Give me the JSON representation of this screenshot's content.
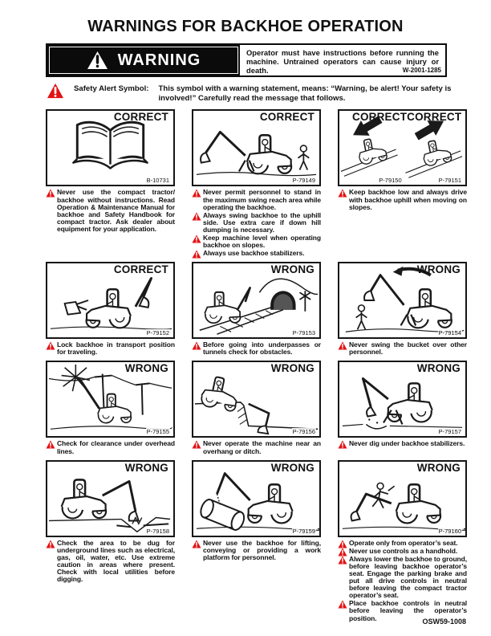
{
  "page": {
    "title": "WARNINGS FOR BACKHOE OPERATION",
    "footer_code": "OSW59-1008"
  },
  "warning_banner": {
    "word": "WARNING",
    "text": "Operator must have instructions before running the machine. Untrained operators can cause injury or death.",
    "code": "W-2001-1285"
  },
  "safety_alert": {
    "label": "Safety Alert Symbol:",
    "text": "This symbol with a warning statement, means: “Warning, be alert! Your safety is involved!” Carefully read the message that follows."
  },
  "colors": {
    "alert_red": "#e31214",
    "ink": "#1a1a1a",
    "banner_black": "#0b0b0b"
  },
  "panels": [
    {
      "labels": [
        "CORRECT"
      ],
      "ids": [
        "B-10731"
      ],
      "illustration": "book",
      "captions": [
        "Never use the compact tractor/ backhoe without instructions. Read Operation & Maintenance Manual for backhoe and Safety Handbook for compact tractor. Ask dealer about equipment for your application."
      ]
    },
    {
      "labels": [
        "CORRECT"
      ],
      "ids": [
        "P-79149"
      ],
      "illustration": "backhoe-person",
      "captions": [
        "Never permit personnel to stand in the maximum swing reach area while operating the backhoe.",
        "Always swing backhoe to the uphill side. Use extra care if down hill dumping is necessary.",
        "Keep machine level when operating backhoe on slopes.",
        "Always use backhoe stabilizers."
      ]
    },
    {
      "labels": [
        "CORRECT",
        "CORRECT"
      ],
      "ids": [
        "P-79150",
        "P-79151"
      ],
      "illustration": "slopes-arrows",
      "captions": [
        "Keep backhoe low and always drive with backhoe uphill when moving on slopes."
      ]
    },
    {
      "labels": [
        "CORRECT"
      ],
      "ids": [
        "P-79152"
      ],
      "illustration": "transport",
      "captions": [
        "Lock backhoe in transport position for traveling."
      ]
    },
    {
      "labels": [
        "WRONG"
      ],
      "ids": [
        "P-79153"
      ],
      "illustration": "tunnel",
      "captions": [
        "Before going into underpasses or tunnels check for obstacles."
      ]
    },
    {
      "labels": [
        "WRONG"
      ],
      "ids": [
        "P-79154"
      ],
      "illustration": "swing-over-person",
      "captions": [
        "Never swing the bucket over other personnel."
      ]
    },
    {
      "labels": [
        "WRONG"
      ],
      "ids": [
        "P-79155"
      ],
      "illustration": "overhead-lines",
      "captions": [
        "Check for clearance under overhead lines."
      ]
    },
    {
      "labels": [
        "WRONG"
      ],
      "ids": [
        "P-79156"
      ],
      "illustration": "overhang",
      "captions": [
        "Never operate the machine near an overhang or ditch."
      ]
    },
    {
      "labels": [
        "WRONG"
      ],
      "ids": [
        "P-79157"
      ],
      "illustration": "dig-under-stabilizers",
      "captions": [
        "Never dig under backhoe stabilizers."
      ]
    },
    {
      "labels": [
        "WRONG"
      ],
      "ids": [
        "P-79158"
      ],
      "illustration": "underground-lines",
      "captions": [
        "Check the area to be dug for underground lines such as electrical, gas, oil, water, etc. Use extreme caution in areas where present. Check with local utilities before digging."
      ]
    },
    {
      "labels": [
        "WRONG"
      ],
      "ids": [
        "P-79159"
      ],
      "illustration": "lifting-pipe",
      "captions": [
        "Never use the backhoe for lifting, conveying or providing a work platform for personnel."
      ]
    },
    {
      "labels": [
        "WRONG"
      ],
      "ids": [
        "P-79160"
      ],
      "illustration": "dismount",
      "captions": [
        "Operate only from operator’s seat.",
        "Never use controls as a handhold.",
        "Always lower the backhoe to ground, before leaving backhoe operator’s seat. Engage the parking brake and put all drive controls in neutral before leaving the compact tractor operator’s seat.",
        "Place backhoe controls in neutral before leaving the operator’s position."
      ]
    }
  ]
}
